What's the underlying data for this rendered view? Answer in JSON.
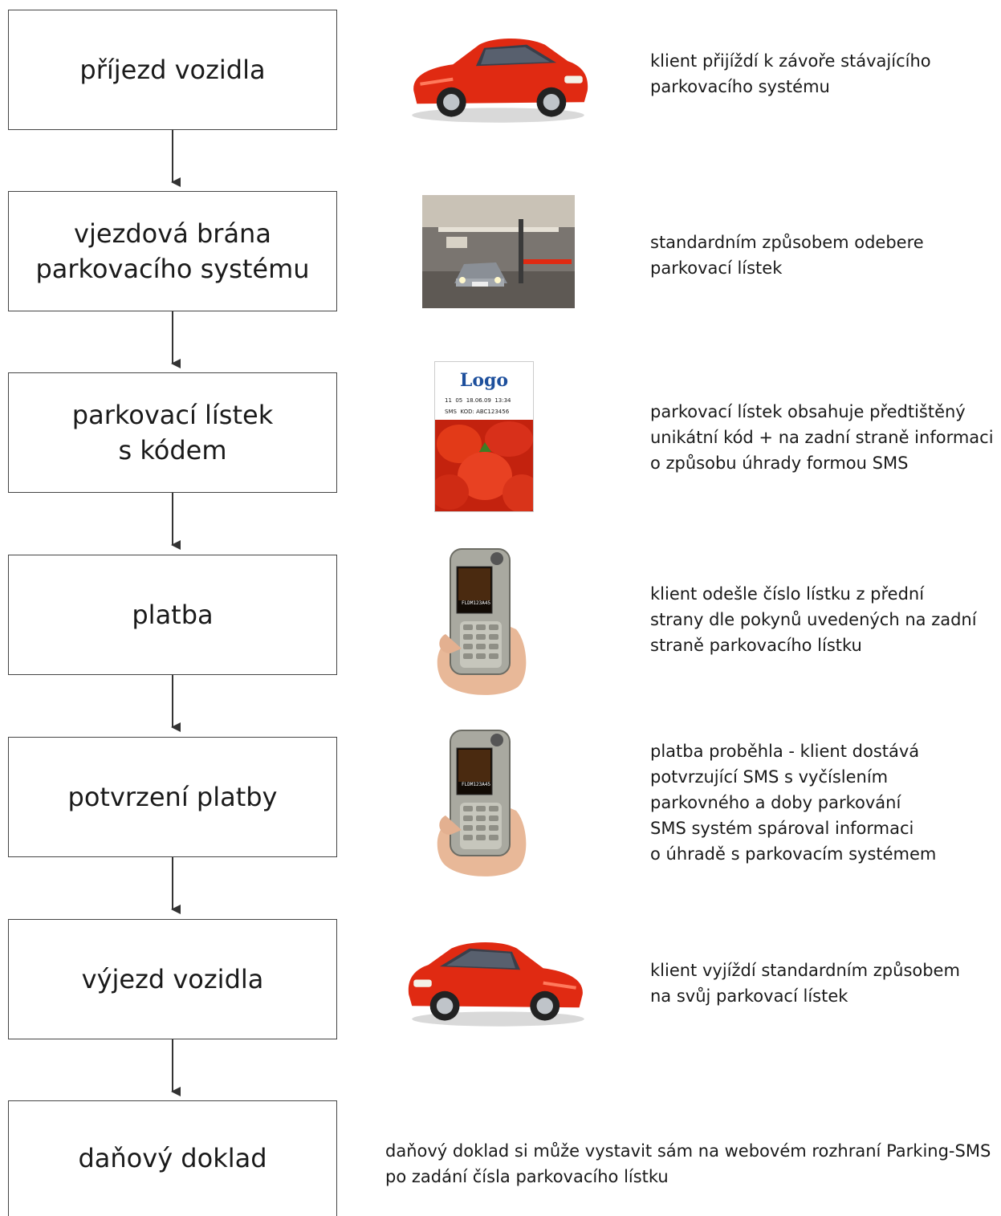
{
  "colors": {
    "box_border": "#444444",
    "arrow": "#333333",
    "car_red": "#e02a12",
    "ticket_logo": "#1d4f9c"
  },
  "steps": [
    {
      "label": "příjezd vozidla",
      "image": "red-car-icon",
      "description": "klient přijíždí k závoře stávajícího\nparkovacího systému"
    },
    {
      "label": "vjezdová brána\nparkovacího systému",
      "image": "parking-gate-photo",
      "description": "standardním způsobem odebere\nparkovací lístek"
    },
    {
      "label": "parkovací lístek\ns kódem",
      "image": "parking-ticket",
      "ticket": {
        "logo": "Logo",
        "line1": "11  05  18.06.09  13:34",
        "line2": "SMS  KOD: ABC123456"
      },
      "description": "parkovací lístek obsahuje předtištěný\nunikátní kód + na zadní straně informaci\no způsobu úhrady formou SMS"
    },
    {
      "label": "platba",
      "image": "phone-in-hand",
      "screen_text": "FLDM123A45",
      "description": "klient odešle číslo lístku z přední\nstrany dle pokynů uvedených na zadní\nstraně parkovacího lístku"
    },
    {
      "label": "potvrzení platby",
      "image": "phone-in-hand",
      "screen_text": "FLDM123A45",
      "description": "platba proběhla - klient dostává\npotvrzující SMS s vyčíslením\nparkovného a doby parkování\nSMS systém spároval informaci\no úhradě s parkovacím systémem"
    },
    {
      "label": "výjezd vozidla",
      "image": "red-car-icon",
      "description": "klient vyjíždí standardním způsobem\nna svůj parkovací lístek"
    },
    {
      "label": "daňový doklad",
      "description": "daňový doklad si může vystavit sám na webovém rozhraní Parking-SMS\npo zadání čísla parkovacího lístku"
    }
  ]
}
